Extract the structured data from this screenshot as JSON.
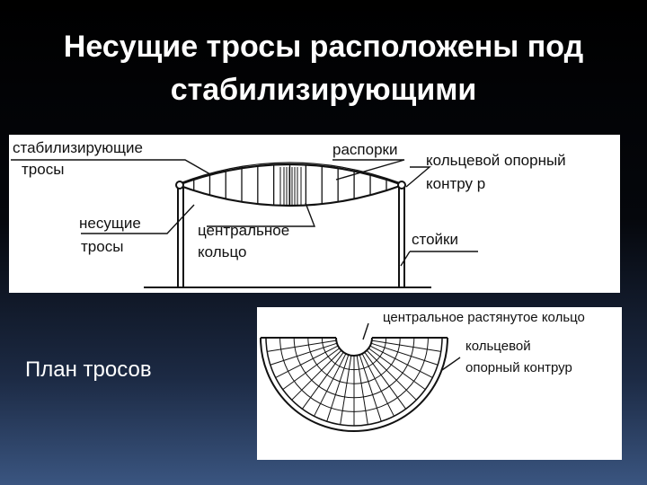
{
  "title_line1": "Несущие тросы расположены под",
  "title_line2": "стабилизирующими",
  "section": {
    "labels": {
      "stab_line1": "стабилизирующие",
      "stab_line2": "тросы",
      "nes_line1": "несущие",
      "nes_line2": "тросы",
      "central_line1": "центральное",
      "central_line2": "кольцо",
      "struts": "распорки",
      "ring_line1": "кольцевой опорный",
      "ring_line2": "контру р",
      "posts": "стойки"
    }
  },
  "plan": {
    "caption": "План тросов",
    "labels": {
      "central_ring": "центральное растянутое кольцо",
      "ring_line1": "кольцевой",
      "ring_line2": "опорный контрур"
    }
  }
}
